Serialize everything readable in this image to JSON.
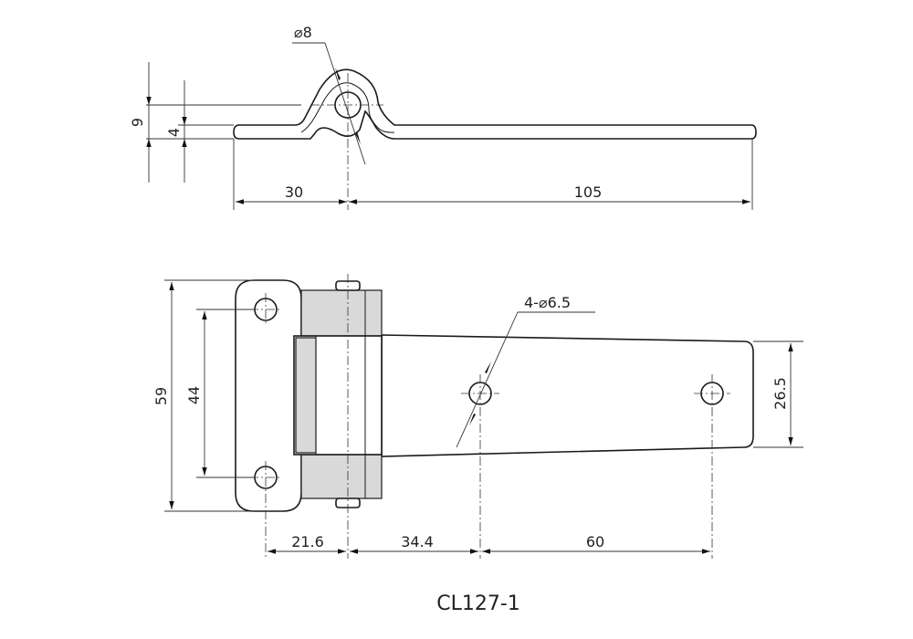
{
  "title": "",
  "caption": "CL127-1",
  "side_view": {
    "pin_diameter": "⌀8",
    "thickness_total": "9",
    "plate_offset": "4",
    "short_leaf_length": "30",
    "long_leaf_length": "105"
  },
  "top_view": {
    "holes_label": "4-⌀6.5",
    "overall_height": "59",
    "hole_spacing_vertical": "44",
    "long_leaf_width": "26.5",
    "dim_hole_to_axis": "21.6",
    "dim_axis_to_hole": "34.4",
    "dim_hole_to_hole": "60"
  }
}
